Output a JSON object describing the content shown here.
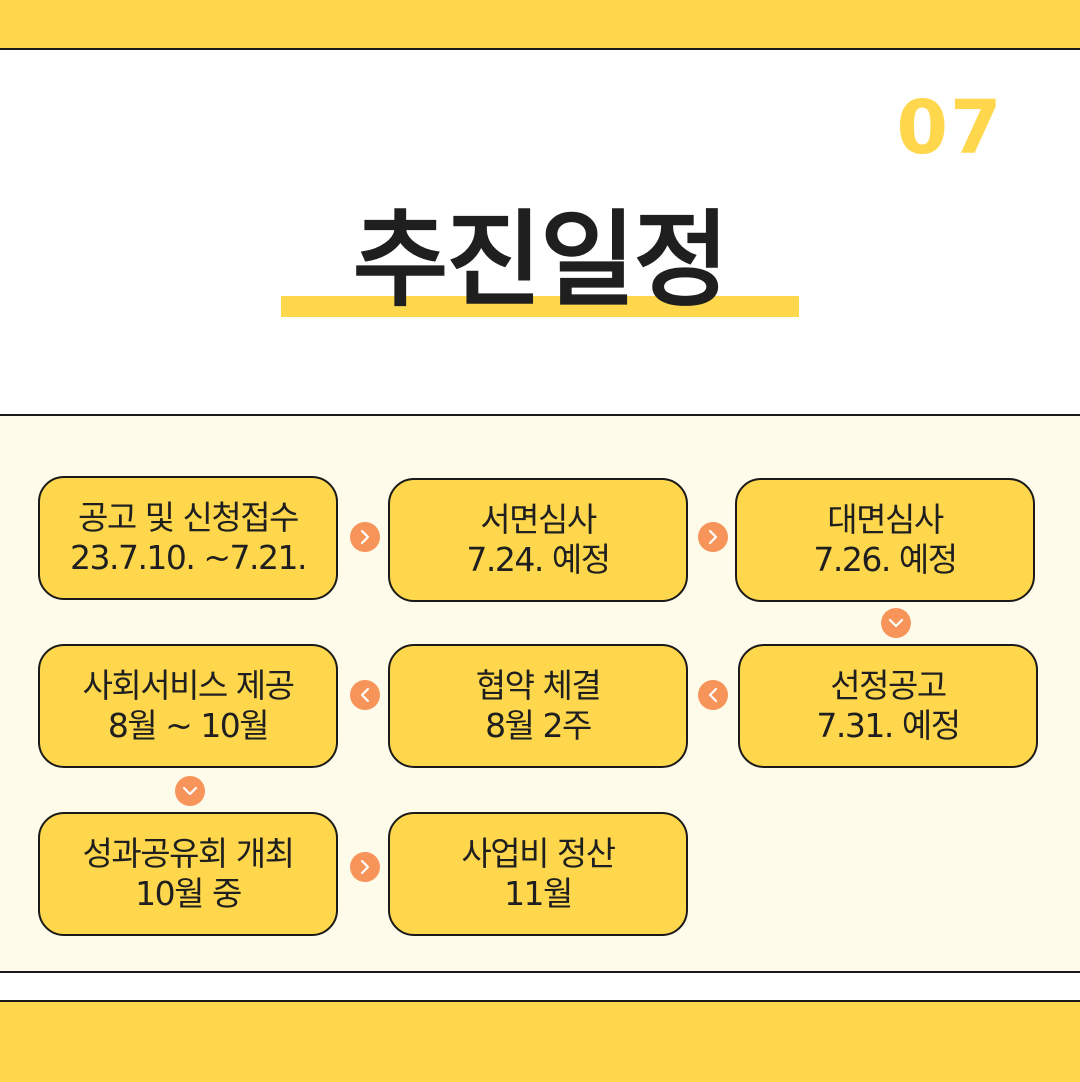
{
  "header": {
    "page_number": "07",
    "title": "추진일정"
  },
  "colors": {
    "accent_yellow": "#fed74c",
    "arrow_orange": "#f7945a",
    "panel_cream": "#fffbea",
    "text_dark": "#1f1f1f"
  },
  "schedule": {
    "steps": [
      {
        "title": "공고 및 신청접수",
        "date": "23.7.10. ~7.21."
      },
      {
        "title": "서면심사",
        "date": "7.24. 예정"
      },
      {
        "title": "대면심사",
        "date": "7.26. 예정"
      },
      {
        "title": "선정공고",
        "date": "7.31. 예정"
      },
      {
        "title": "협약 체결",
        "date": "8월 2주"
      },
      {
        "title": "사회서비스 제공",
        "date": "8월 ~ 10월"
      },
      {
        "title": "성과공유회 개최",
        "date": "10월 중"
      },
      {
        "title": "사업비 정산",
        "date": "11월"
      }
    ],
    "arrow_icons": [
      "chevron-right-icon",
      "chevron-down-icon",
      "chevron-left-icon"
    ]
  }
}
